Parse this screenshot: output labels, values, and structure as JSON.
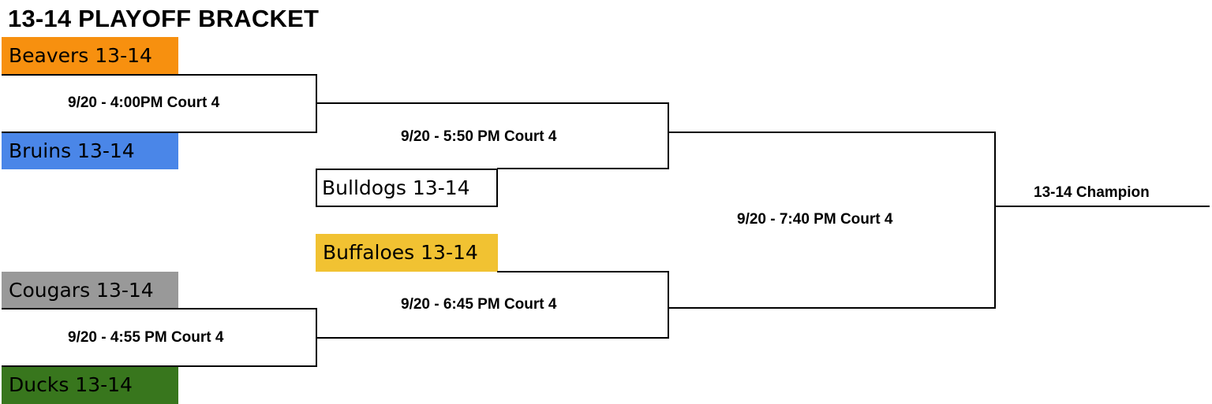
{
  "title": "13-14 PLAYOFF BRACKET",
  "colors": {
    "beavers": "#F7900F",
    "bruins": "#4A86E8",
    "bulldogs": "#FFFFFF",
    "buffaloes": "#F1C232",
    "cougars": "#999999",
    "ducks": "#38761D"
  },
  "teams": {
    "beavers": "Beavers 13-14",
    "bruins": "Bruins 13-14",
    "bulldogs": "Bulldogs 13-14",
    "buffaloes": "Buffaloes 13-14",
    "cougars": "Cougars 13-14",
    "ducks": "Ducks 13-14"
  },
  "games": {
    "game1": "9/20 - 4:00PM Court 4",
    "game2": "9/20 - 4:55 PM Court 4",
    "game3": "9/20 - 5:50 PM Court 4",
    "game4": "9/20 - 6:45 PM Court 4",
    "final": "9/20 - 7:40 PM Court 4"
  },
  "champion": "13-14 Champion"
}
